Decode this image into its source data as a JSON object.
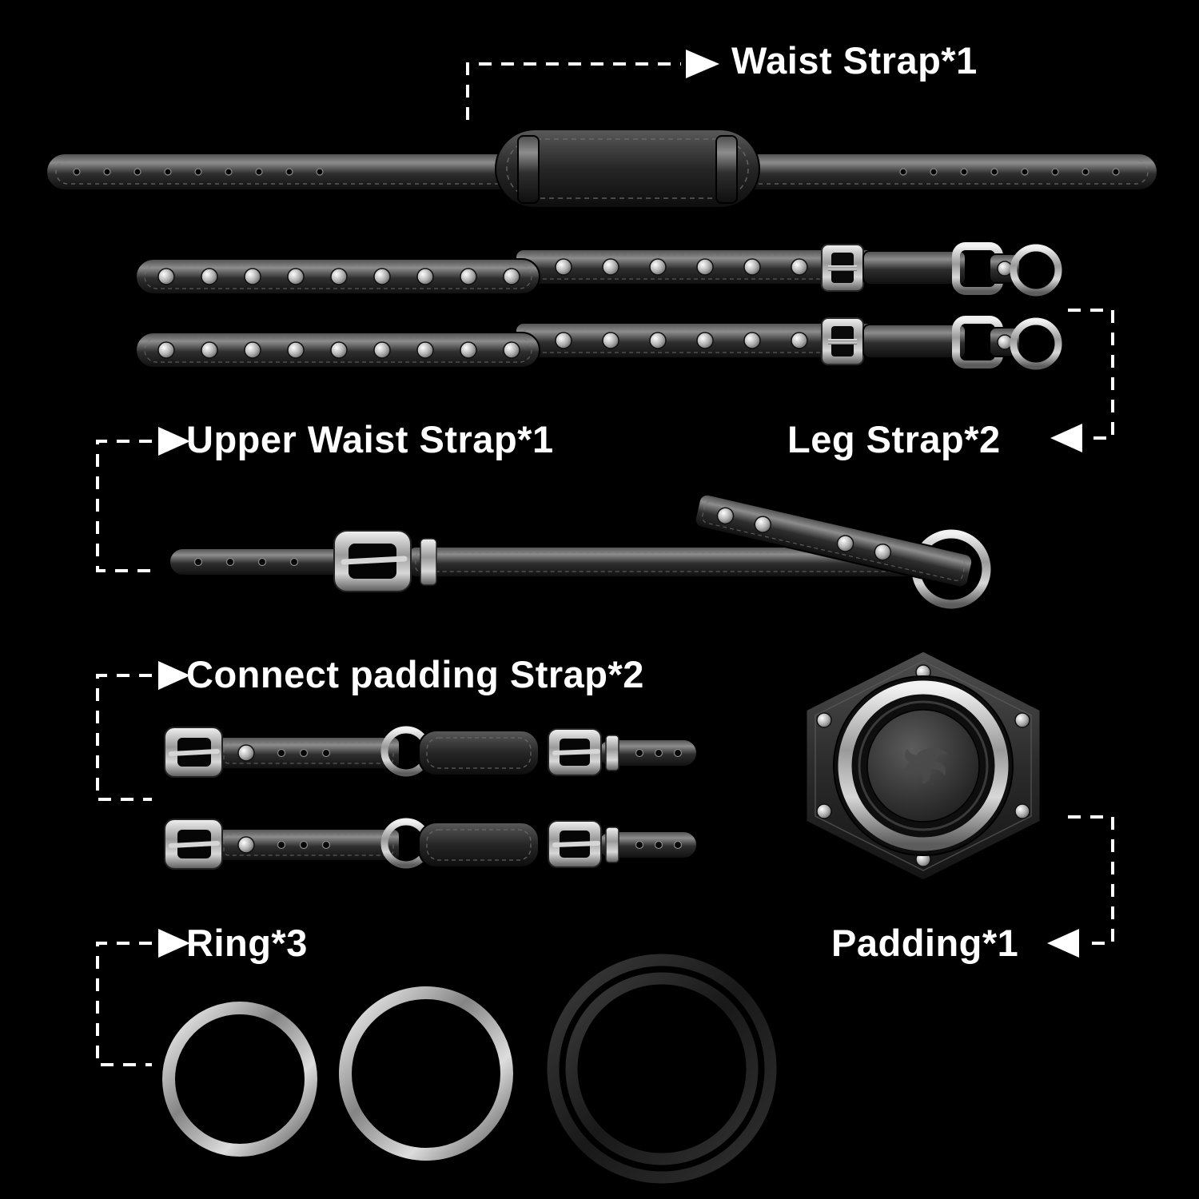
{
  "page": {
    "background": "#000000",
    "text_color": "#ffffff",
    "connector_color": "#ffffff"
  },
  "labels": {
    "waist_strap": "Waist Strap*1",
    "leg_strap": "Leg Strap*2",
    "upper_waist_strap": "Upper Waist Strap*1",
    "connect_padding_strap": "Connect padding Strap*2",
    "padding": "Padding*1",
    "ring": "Ring*3"
  },
  "items": [
    {
      "name": "waist-strap",
      "quantity": 1
    },
    {
      "name": "leg-strap",
      "quantity": 2
    },
    {
      "name": "upper-waist-strap",
      "quantity": 1
    },
    {
      "name": "connect-padding-strap",
      "quantity": 2
    },
    {
      "name": "padding",
      "quantity": 1
    },
    {
      "name": "ring",
      "quantity": 3
    }
  ],
  "colors": {
    "leather": "#2a2a2a",
    "metal": "#c0c0c0",
    "rubber_ring": "#242424"
  }
}
